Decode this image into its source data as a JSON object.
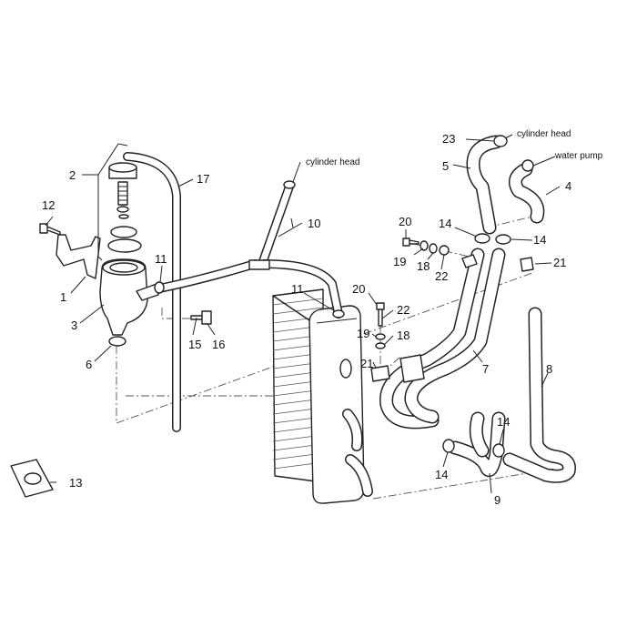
{
  "annotations": {
    "cylinder_head_top": "cylinder head",
    "cylinder_head_mid": "cylinder head",
    "water_pump": "water pump"
  },
  "callouts": {
    "c1": "1",
    "c2": "2",
    "c3": "3",
    "c4": "4",
    "c5": "5",
    "c6": "6",
    "c7": "7",
    "c8": "8",
    "c9": "9",
    "c10": "10",
    "c11a": "11",
    "c11b": "11",
    "c12": "12",
    "c13": "13",
    "c14a": "14",
    "c14b": "14",
    "c14c": "14",
    "c14d": "14",
    "c15": "15",
    "c16": "16",
    "c17": "17",
    "c18a": "18",
    "c18b": "18",
    "c19a": "19",
    "c19b": "19",
    "c20a": "20",
    "c20b": "20",
    "c21a": "21",
    "c21b": "21",
    "c22a": "22",
    "c22b": "22",
    "c23": "23"
  }
}
